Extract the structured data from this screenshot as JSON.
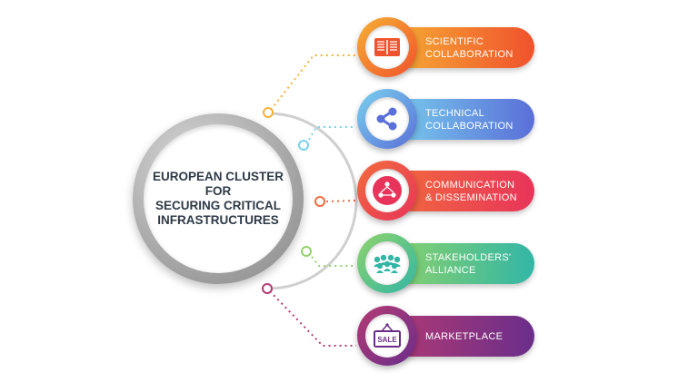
{
  "hub": {
    "title": "EUROPEAN CLUSTER\nFOR\nSECURING CRITICAL\nINFRASTRUCTURES"
  },
  "items": [
    {
      "label": "SCIENTIFIC\nCOLLABORATION",
      "icon": "book-icon",
      "color_from": "#f6b034",
      "color_to": "#f0522d"
    },
    {
      "label": "TECHNICAL\nCOLLABORATION",
      "icon": "share-network-icon",
      "color_from": "#7ad1ee",
      "color_to": "#5a6fd8"
    },
    {
      "label": "COMMUNICATION\n& DISSEMINATION",
      "icon": "people-network-icon",
      "color_from": "#f26c3c",
      "color_to": "#e8345a"
    },
    {
      "label": "STAKEHOLDERS'\nALLIANCE",
      "icon": "crowd-icon",
      "color_from": "#8fd36a",
      "color_to": "#32b6a6"
    },
    {
      "label": "MARKETPLACE",
      "icon": "sale-sign-icon",
      "color_from": "#b43a74",
      "color_to": "#6a2e8a"
    }
  ],
  "badge_text": "SALE"
}
